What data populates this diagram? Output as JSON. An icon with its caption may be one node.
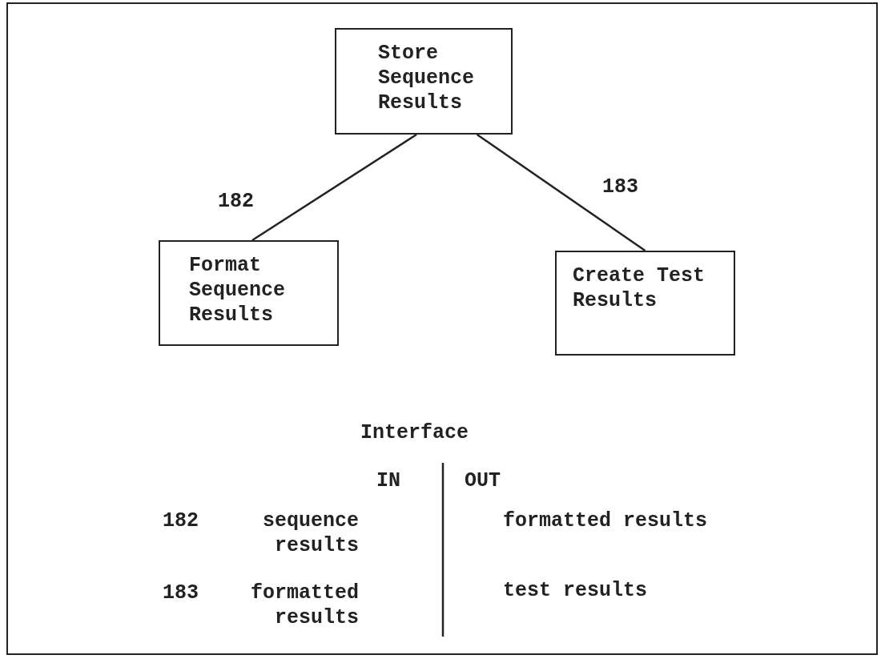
{
  "diagram": {
    "nodes": [
      {
        "text": [
          "Store Sequence Results"
        ]
      },
      {
        "text": [
          "Format Sequence Results"
        ]
      },
      {
        "text": [
          "Create Test Results"
        ]
      }
    ],
    "edges": [
      {
        "from": 0,
        "to": 1,
        "arrow": "none",
        "label": "182"
      },
      {
        "from": 0,
        "to": 2,
        "arrow": "none",
        "label": "183"
      }
    ],
    "labels": [
      "Interface",
      "IN",
      "OUT",
      "182",
      "sequence results",
      "formatted results",
      "183",
      "formatted results",
      "test results"
    ]
  }
}
